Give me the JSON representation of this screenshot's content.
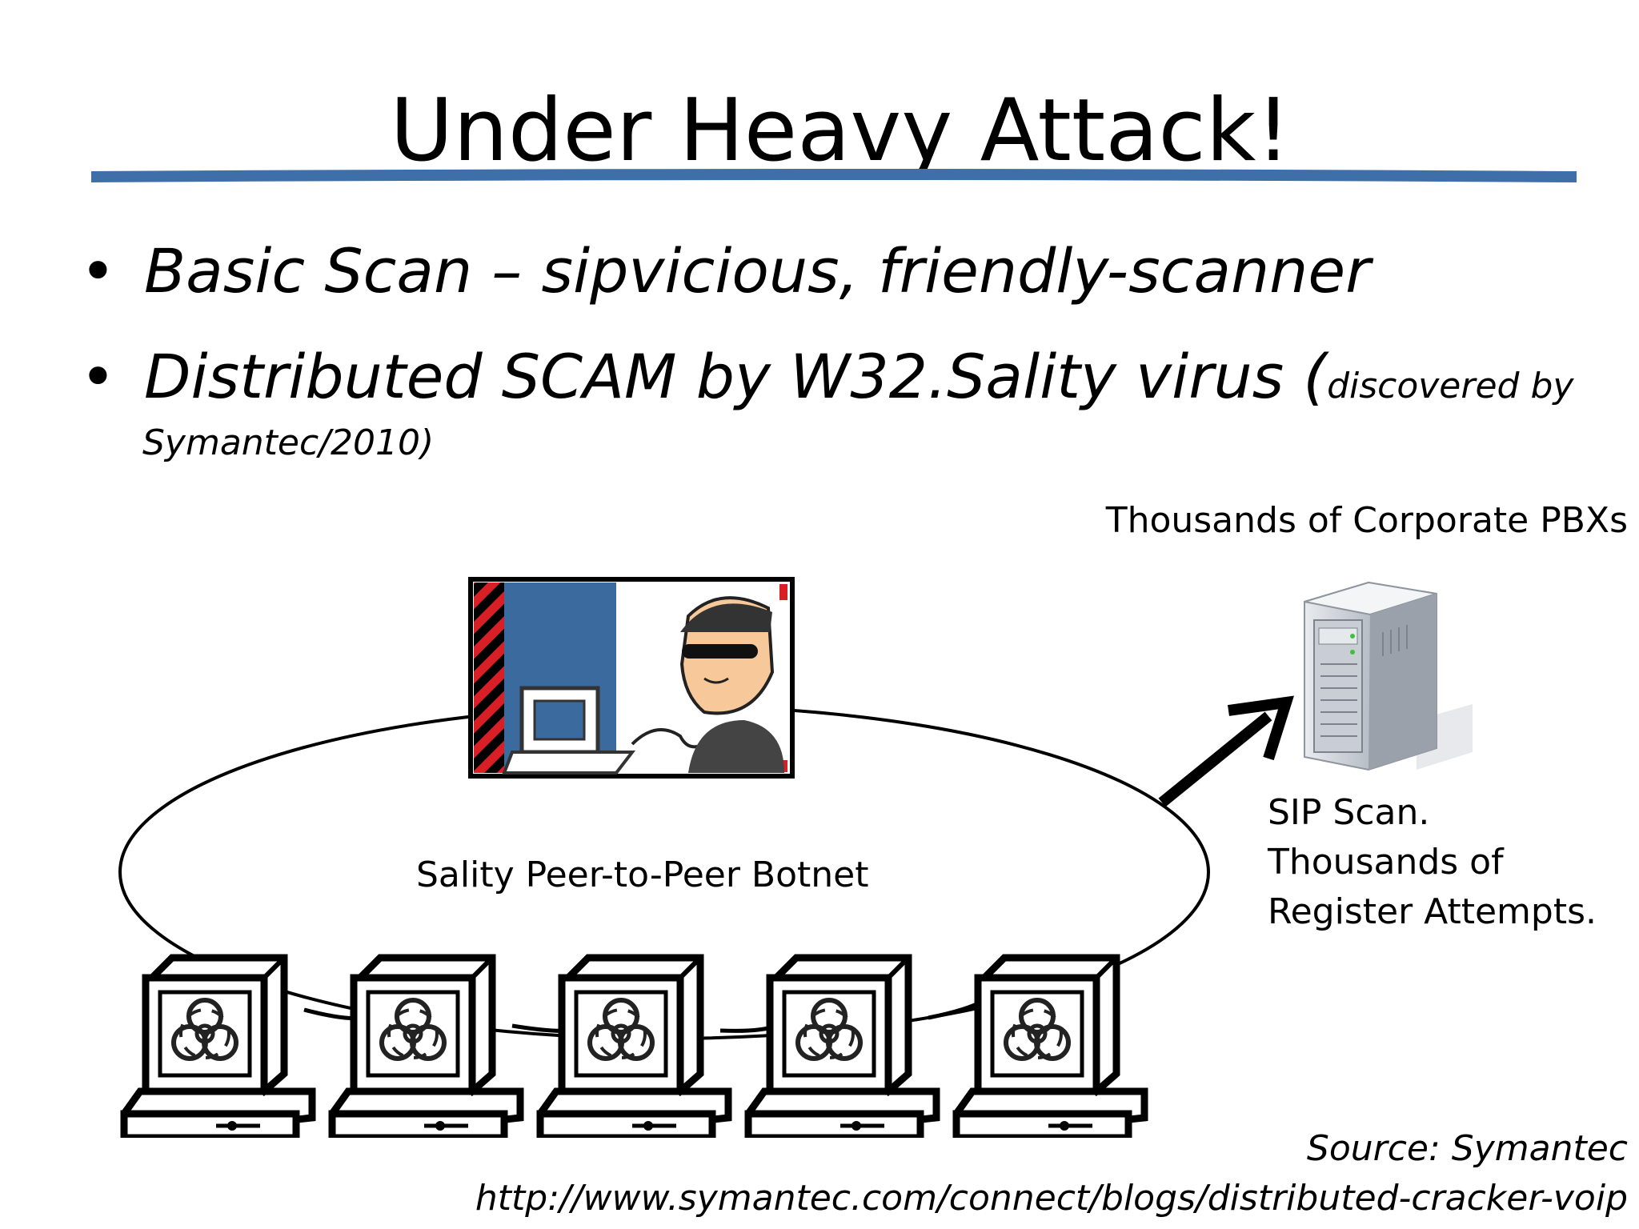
{
  "slide": {
    "title": "Under Heavy Attack!",
    "accent_color": "#3f6fa8",
    "bullets": [
      {
        "dot": "•",
        "text": "Basic Scan – sipvicious, friendly-scanner"
      },
      {
        "dot": "•",
        "text": "Distributed SCAM by W32.Sality virus (",
        "small_suffix": "discovered by",
        "continuation": "Symantec/2010)"
      }
    ]
  },
  "diagram": {
    "pbx_label": "Thousands of Corporate PBXs",
    "sip_label": "SIP Scan. Thousands of Register Attempts.",
    "botnet_label": "Sality Peer-to-Peer Botnet",
    "icons": [
      "hacker-icon",
      "server-icon",
      "infected-computer-icon",
      "arrow-icon",
      "biohazard-icon"
    ]
  },
  "footer": {
    "source": "Source: Symantec",
    "url": "http://www.symantec.com/connect/blogs/distributed-cracker-voip"
  }
}
